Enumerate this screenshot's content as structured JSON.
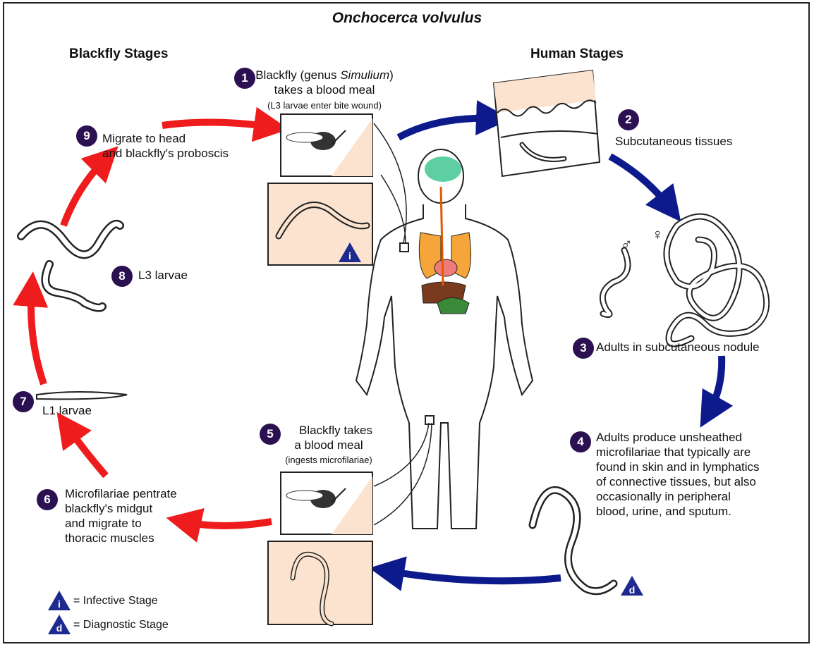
{
  "title": "Onchocerca volvulus",
  "headings": {
    "blackfly": "Blackfly Stages",
    "human": "Human Stages"
  },
  "stages": {
    "s1": {
      "number": "1",
      "line1a": "Blackfly (genus ",
      "line1b": "Simulium",
      "line1c": ")",
      "line2": "takes a blood meal",
      "sub": "(L3 larvae enter bite wound)"
    },
    "s2": {
      "number": "2",
      "text": "Subcutaneous tissues"
    },
    "s3": {
      "number": "3",
      "text": "Adults in subcutaneous nodule"
    },
    "s4": {
      "number": "4",
      "lines": [
        "Adults produce unsheathed",
        "microfilariae that typically are",
        "found in skin and in lymphatics",
        "of connective tissues,  but also",
        "occasionally in peripheral",
        "blood, urine, and sputum."
      ]
    },
    "s5": {
      "number": "5",
      "line1": "Blackfly takes",
      "line2": "a blood meal",
      "sub": "(ingests microfilariae)"
    },
    "s6": {
      "number": "6",
      "lines": [
        "Microfilariae pentrate",
        "blackfly's midgut",
        "and migrate to",
        "thoracic muscles"
      ]
    },
    "s7": {
      "number": "7",
      "text": "L1 larvae"
    },
    "s8": {
      "number": "8",
      "text": "L3 larvae"
    },
    "s9": {
      "number": "9",
      "line1": "Migrate to head",
      "line2": "and blackfly's proboscis"
    }
  },
  "legend": {
    "infective": {
      "letter": "i",
      "label": "= Infective Stage"
    },
    "diagnostic": {
      "letter": "d",
      "label": "= Diagnostic Stage"
    }
  },
  "sex_symbols": {
    "male": "♂",
    "female": "♀"
  },
  "colors": {
    "red_arrow": "#ee1c1c",
    "blue_arrow": "#0d1a8c",
    "badge": "#2b1152",
    "panel": "#fbe3cf",
    "triangle": "#1d2a8f"
  }
}
